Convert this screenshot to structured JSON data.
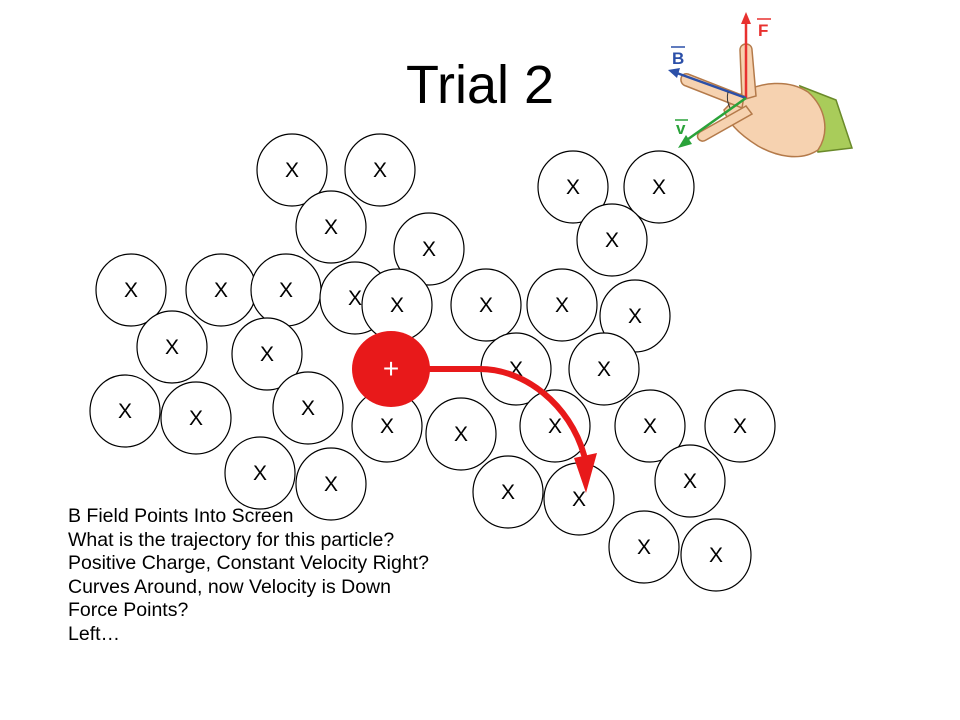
{
  "slide": {
    "title": "Trial 2",
    "field_symbol": "X",
    "charge_symbol": "+",
    "notes": [
      "B Field Points Into Screen",
      "What is the trajectory for this particle?",
      "Positive Charge, Constant Velocity Right?",
      "Curves Around, now Velocity is Down",
      "Force Points?",
      "Left…"
    ]
  },
  "hand_diagram": {
    "force_label": "F",
    "field_label": "B",
    "velocity_label": "v",
    "colors": {
      "force": "#e8312f",
      "field": "#2b4fa8",
      "velocity": "#2aa33a",
      "skin": "#f6d2b0"
    }
  },
  "colors": {
    "charge": "#e8191a",
    "trajectory": "#e8191a",
    "circle_stroke": "#000000"
  }
}
